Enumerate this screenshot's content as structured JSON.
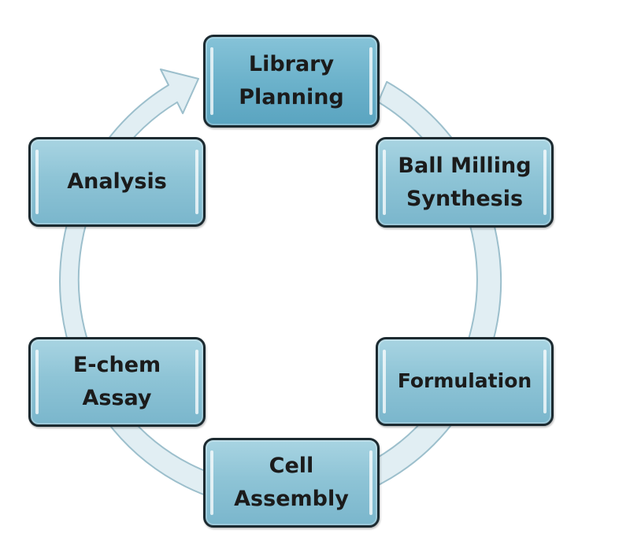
{
  "diagram": {
    "stages": [
      {
        "id": "library-planning",
        "label": "Library\nPlanning"
      },
      {
        "id": "ball-milling-synthesis",
        "label": "Ball Milling\nSynthesis"
      },
      {
        "id": "formulation",
        "label": "Formulation"
      },
      {
        "id": "cell-assembly",
        "label": "Cell\nAssembly"
      },
      {
        "id": "e-chem-assay",
        "label": "E-chem\nAssay"
      },
      {
        "id": "analysis",
        "label": "Analysis"
      }
    ]
  },
  "colors": {
    "ring_fill": "#dcebf1",
    "ring_stroke": "#9cbfcc",
    "node_fill": "#8ec4d6",
    "node_border": "#1c2a30"
  }
}
